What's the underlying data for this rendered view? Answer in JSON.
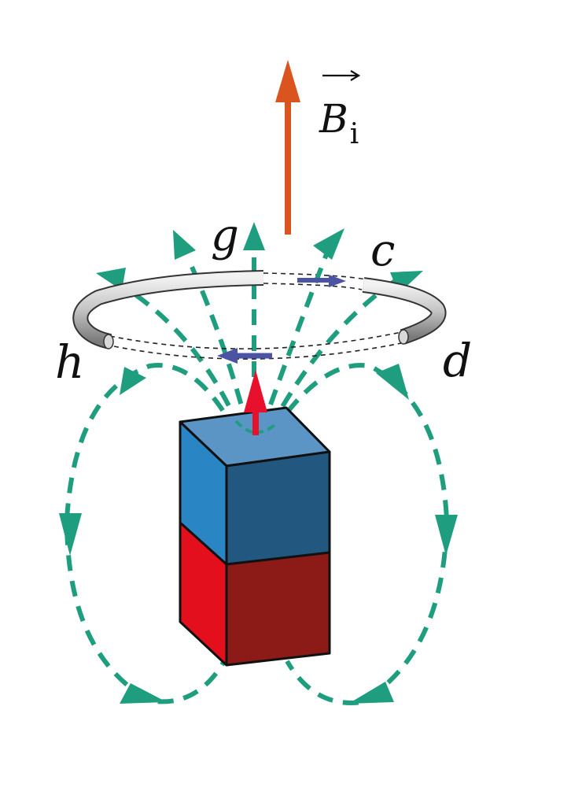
{
  "labels": {
    "field": "B",
    "field_subscript": "i",
    "point_g": "g",
    "point_c": "c",
    "point_h": "h",
    "point_d": "d"
  },
  "colors": {
    "field_lines": "#1f9e7f",
    "induced_field_arrow": "#d9541e",
    "current_arrow": "#4b53a3",
    "magnet_north_arrow": "#e8112d",
    "ring": "#b8b8b8",
    "magnet_top": "#5b95c6",
    "magnet_blue_front": "#2a85c4",
    "magnet_blue_side": "#22577f",
    "magnet_red_front": "#e30f1c",
    "magnet_red_side": "#8c1a17"
  }
}
